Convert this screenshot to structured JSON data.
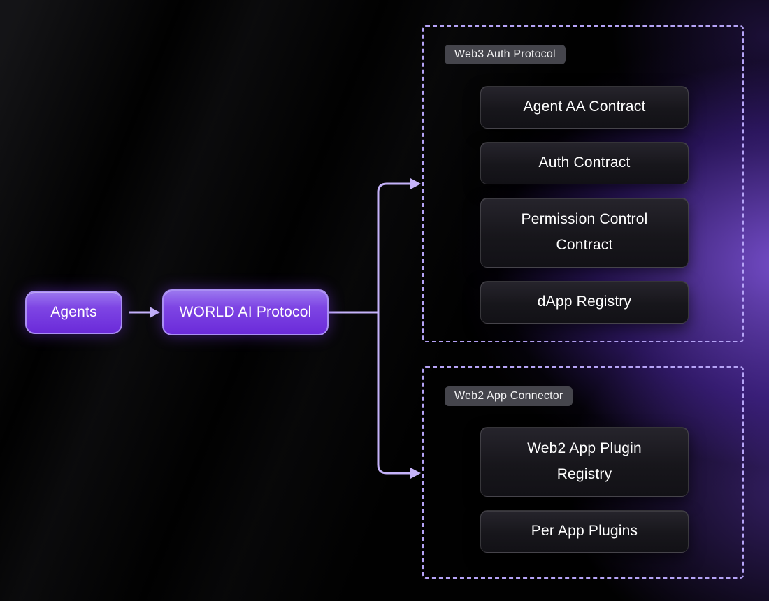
{
  "diagram": {
    "agents_label": "Agents",
    "protocol_label": "WORLD AI Protocol",
    "groups": [
      {
        "badge": "Web3 Auth Protocol",
        "items": [
          "Agent AA Contract",
          "Auth Contract",
          "Permission Control Contract",
          "dApp Registry"
        ]
      },
      {
        "badge": "Web2 App Connector",
        "items": [
          "Web2 App Plugin Registry",
          "Per App Plugins"
        ]
      }
    ],
    "colors": {
      "accent_purple": "#7c3aed",
      "button_border": "#aa8ff3",
      "connector": "#c5b3fa",
      "dashed_border": "#b5a3f6",
      "badge_bg": "#45454c",
      "box_bg": "#17161b",
      "text": "#ffffff"
    }
  }
}
